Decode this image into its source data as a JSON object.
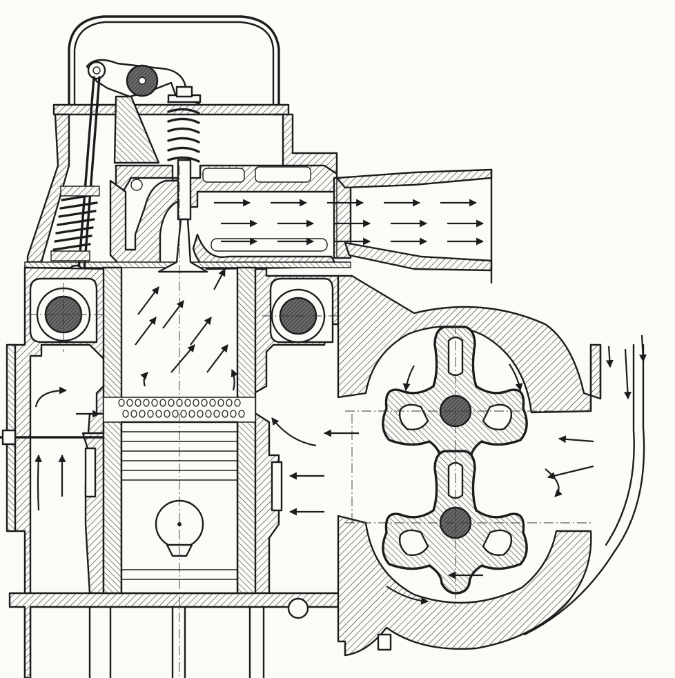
{
  "figure": {
    "colors": {
      "ink": "#1c1c1c",
      "paper": "#fbfbf8",
      "hatch": "#3a3a3a",
      "shade": "#5e5e5e"
    },
    "components": [
      "valve-cover",
      "rocker-arm",
      "pushrod",
      "valve-springs",
      "exhaust-valve",
      "exhaust-port",
      "exhaust-outlet-pipe",
      "cylinder-liner",
      "intake-ports",
      "piston",
      "camshafts",
      "roots-blower",
      "blower-rotors",
      "air-intake-duct",
      "crankcase"
    ],
    "flow": {
      "exhaust_arrows": 14,
      "scavenge_arrows": 16,
      "blower_arrows": 12
    }
  }
}
